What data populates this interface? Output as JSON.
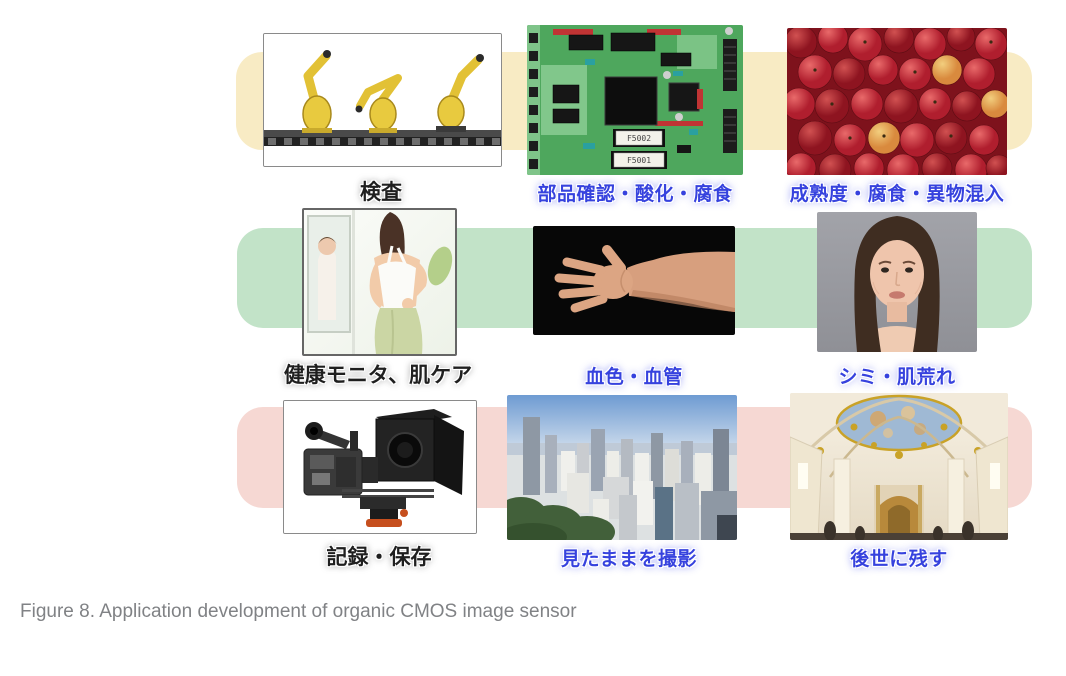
{
  "figure": {
    "caption": "Figure 8. Application development of organic CMOS image sensor"
  },
  "colors": {
    "band_yellow": "#F8EBC4",
    "band_green": "#C2E3C8",
    "band_pink": "#F6D8D3",
    "label_blue": "#3642DE",
    "label_dark": "#1F1F1F",
    "caption_gray": "#808285"
  },
  "rows": [
    {
      "name": "industrial-inspection",
      "band": "yellow",
      "items": [
        {
          "image": "robot-arms-conveyor",
          "label": "検査",
          "style": "dark"
        },
        {
          "image": "circuit-board",
          "label": "部品確認・酸化・腐食",
          "style": "blue"
        },
        {
          "image": "apples",
          "label": "成熟度・腐食・異物混入",
          "style": "blue"
        }
      ]
    },
    {
      "name": "health-beauty",
      "band": "green",
      "items": [
        {
          "image": "woman-mirror-health",
          "label": "健康モニタ、肌ケア",
          "style": "dark"
        },
        {
          "image": "arm-hand",
          "label": "血色・血管",
          "style": "blue"
        },
        {
          "image": "woman-face",
          "label": "シミ・肌荒れ",
          "style": "blue"
        }
      ]
    },
    {
      "name": "recording",
      "band": "pink",
      "items": [
        {
          "image": "professional-video-camera",
          "label": "記録・保存",
          "style": "dark"
        },
        {
          "image": "cityscape",
          "label": "見たままを撮影",
          "style": "blue"
        },
        {
          "image": "church-interior",
          "label": "後世に残す",
          "style": "blue"
        }
      ]
    }
  ],
  "photo_text": {
    "chip_sticker_1": "F5002",
    "chip_sticker_2": "F5001"
  }
}
